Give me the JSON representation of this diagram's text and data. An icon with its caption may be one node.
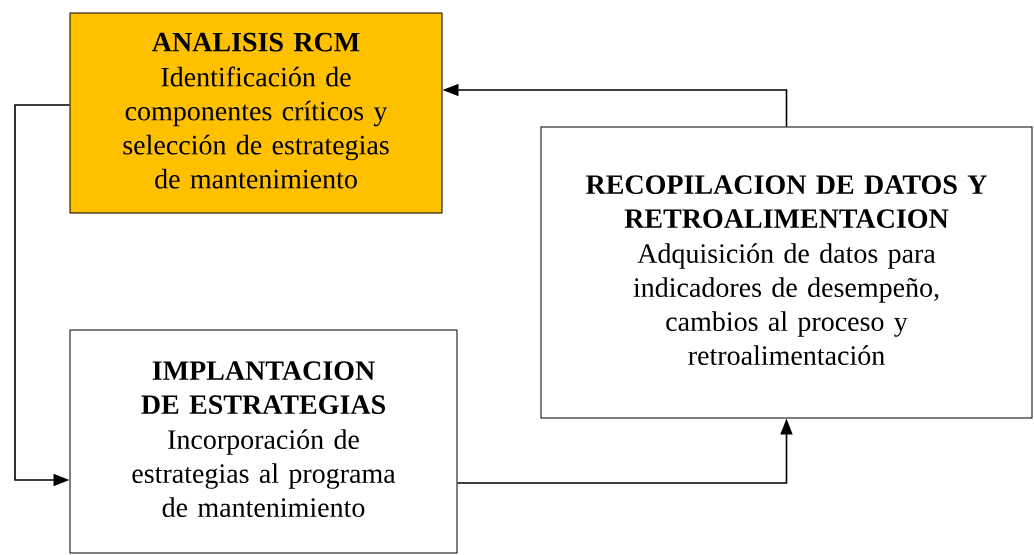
{
  "diagram": {
    "nodes": [
      {
        "text": [
          "ANALISIS RCM",
          "Identificación de componentes críticos y selección de estrategias de mantenimiento"
        ]
      },
      {
        "text": [
          "RECOPILACION DE DATOS Y RETROALIMENTACION",
          "Adquisición de datos para indicadores de desempeño, cambios al proceso y retroalimentación"
        ]
      },
      {
        "text": [
          "IMPLANTACION DE ESTRATEGIAS",
          "Incorporación de estrategias al programa de mantenimiento"
        ]
      }
    ],
    "edges": [
      {
        "from": 1,
        "to": 0,
        "arrow": "to"
      },
      {
        "from": 0,
        "to": 2,
        "arrow": "to"
      },
      {
        "from": 2,
        "to": 1,
        "arrow": "to"
      }
    ]
  }
}
